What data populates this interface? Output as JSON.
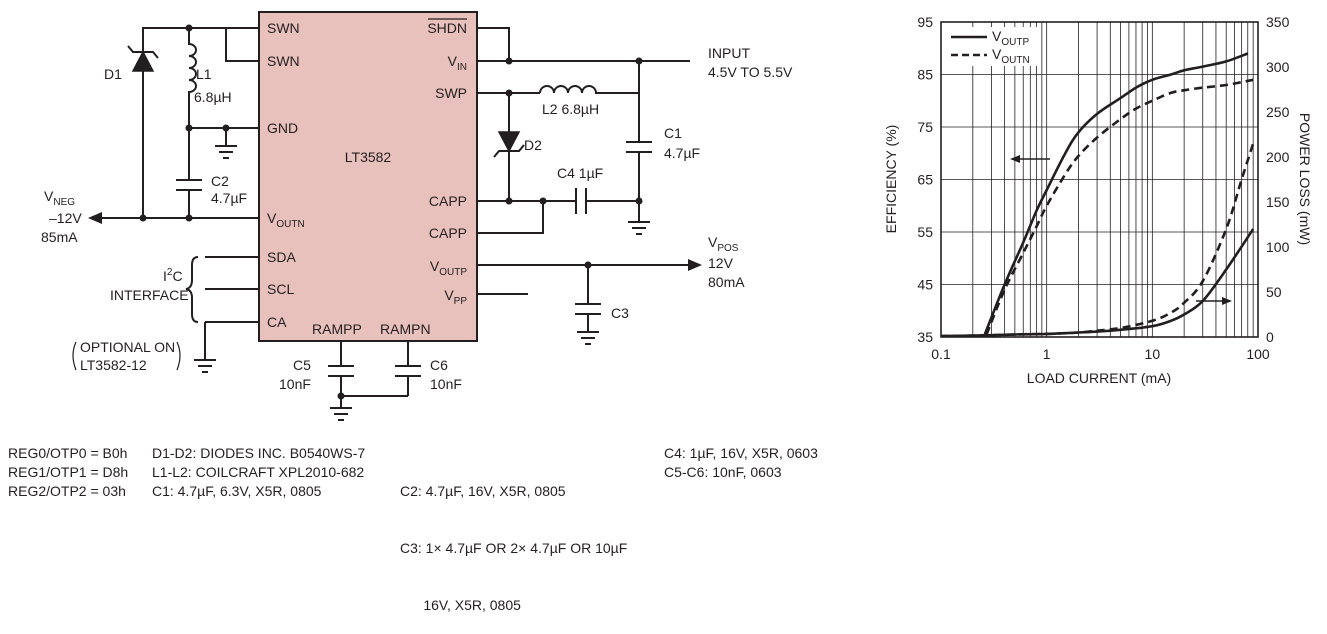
{
  "schematic": {
    "ic": {
      "name": "LT3582",
      "pins_left": [
        "SWN",
        "SWN",
        "GND",
        "V",
        "SDA",
        "SCL",
        "CA"
      ],
      "pin_vout_sub": "OUTN",
      "pins_right": [
        "SHDN",
        "V",
        "SWP",
        "CAPP",
        "CAPP",
        "V",
        "V"
      ],
      "pin_vin_sub": "IN",
      "pin_voutp_sub": "OUTP",
      "pin_vpp_sub": "PP",
      "pins_bottom": [
        "RAMPP",
        "RAMPN"
      ]
    },
    "components": {
      "d1": "D1",
      "l1": "L1",
      "l1_val": "6.8µH",
      "c2": "C2",
      "c2_val": "4.7µF",
      "l2": "L2 6.8µH",
      "d2": "D2",
      "c1": "C1",
      "c1_val": "4.7µF",
      "c4": "C4 1µF",
      "c3": "C3",
      "c5": "C5",
      "c5_val": "10nF",
      "c6": "C6",
      "c6_val": "10nF"
    },
    "labels": {
      "input": "INPUT",
      "input_range": "4.5V TO 5.5V",
      "vneg_v": "V",
      "vneg_sub": "NEG",
      "vneg_volt": "–12V",
      "vneg_current": "85mA",
      "vpos_v": "V",
      "vpos_sub": "POS",
      "vpos_volt": "12V",
      "vpos_current": "80mA",
      "i2c_i": "I",
      "i2c_sup": "2",
      "i2c_c": "C",
      "interface": "INTERFACE",
      "optional_1": "OPTIONAL ON",
      "optional_2": "LT3582-12"
    }
  },
  "notes": {
    "col1": [
      "REG0/OTP0 = B0h",
      "REG1/OTP1 = D8h",
      "REG2/OTP2 = 03h"
    ],
    "col2": [
      "D1-D2: DIODES INC. B0540WS-7",
      "L1-L2: COILCRAFT XPL2010-682",
      "C1: 4.7µF, 6.3V, X5R, 0805"
    ],
    "col3": [
      "C2: 4.7µF, 16V, X5R, 0805",
      "C3: 1× 4.7µF OR 2× 4.7µF OR 10µF",
      "      16V, X5R, 0805"
    ],
    "col4": [
      "C4: 1µF, 16V, X5R, 0603",
      "C5-C6: 10nF, 0603"
    ]
  },
  "chart_data": {
    "type": "line",
    "xlabel": "LOAD CURRENT (mA)",
    "ylabel_left": "EFFICIENCY (%)",
    "ylabel_right": "POWER LOSS (mW)",
    "x_scale": "log",
    "xlim": [
      0.1,
      100
    ],
    "x_ticks": [
      "0.1",
      "1",
      "10",
      "100"
    ],
    "ylim_left": [
      35,
      95
    ],
    "y_ticks_left": [
      "35",
      "45",
      "55",
      "65",
      "75",
      "85",
      "95"
    ],
    "ylim_right": [
      0,
      350
    ],
    "y_ticks_right": [
      "0",
      "50",
      "100",
      "150",
      "200",
      "250",
      "300",
      "350"
    ],
    "grid": true,
    "legend_position": "top-left",
    "legend": [
      {
        "v": "V",
        "sub": "OUTP",
        "style": "solid"
      },
      {
        "v": "V",
        "sub": "OUTN",
        "style": "dashed"
      }
    ],
    "series": [
      {
        "name": "VOUTP efficiency",
        "axis": "left",
        "style": "solid",
        "x": [
          0.26,
          0.4,
          0.6,
          0.8,
          1,
          1.5,
          2,
          3,
          5,
          7,
          10,
          15,
          20,
          30,
          50,
          80
        ],
        "y": [
          35.5,
          45,
          53,
          59,
          63,
          70,
          74,
          77.5,
          80.5,
          82.5,
          84,
          85,
          85.8,
          86.5,
          87.5,
          89
        ]
      },
      {
        "name": "VOUTN efficiency",
        "axis": "left",
        "style": "dashed",
        "x": [
          0.27,
          0.4,
          0.6,
          0.8,
          1,
          1.5,
          2,
          3,
          5,
          7,
          10,
          15,
          20,
          30,
          50,
          90
        ],
        "y": [
          35.5,
          44,
          51,
          56,
          60,
          66,
          69.5,
          73,
          76.5,
          78.5,
          80,
          81.5,
          82,
          82.5,
          83,
          84
        ]
      },
      {
        "name": "VOUTP power loss",
        "axis": "right",
        "style": "solid",
        "x": [
          0.1,
          0.3,
          0.6,
          1,
          2,
          3,
          5,
          10,
          15,
          20,
          30,
          50,
          90
        ],
        "y": [
          1,
          2,
          3,
          3.5,
          5,
          6,
          8,
          12,
          18,
          25,
          40,
          75,
          120
        ]
      },
      {
        "name": "VOUTN power loss",
        "axis": "right",
        "style": "dashed",
        "x": [
          0.1,
          0.3,
          0.6,
          1,
          2,
          3,
          5,
          10,
          15,
          20,
          30,
          50,
          70,
          90
        ],
        "y": [
          1,
          2,
          3,
          3.5,
          5,
          7,
          10,
          18,
          27,
          38,
          62,
          120,
          175,
          215
        ]
      }
    ],
    "annotations": [
      "left-arrow on efficiency curves",
      "right-arrow on power-loss curves"
    ]
  }
}
